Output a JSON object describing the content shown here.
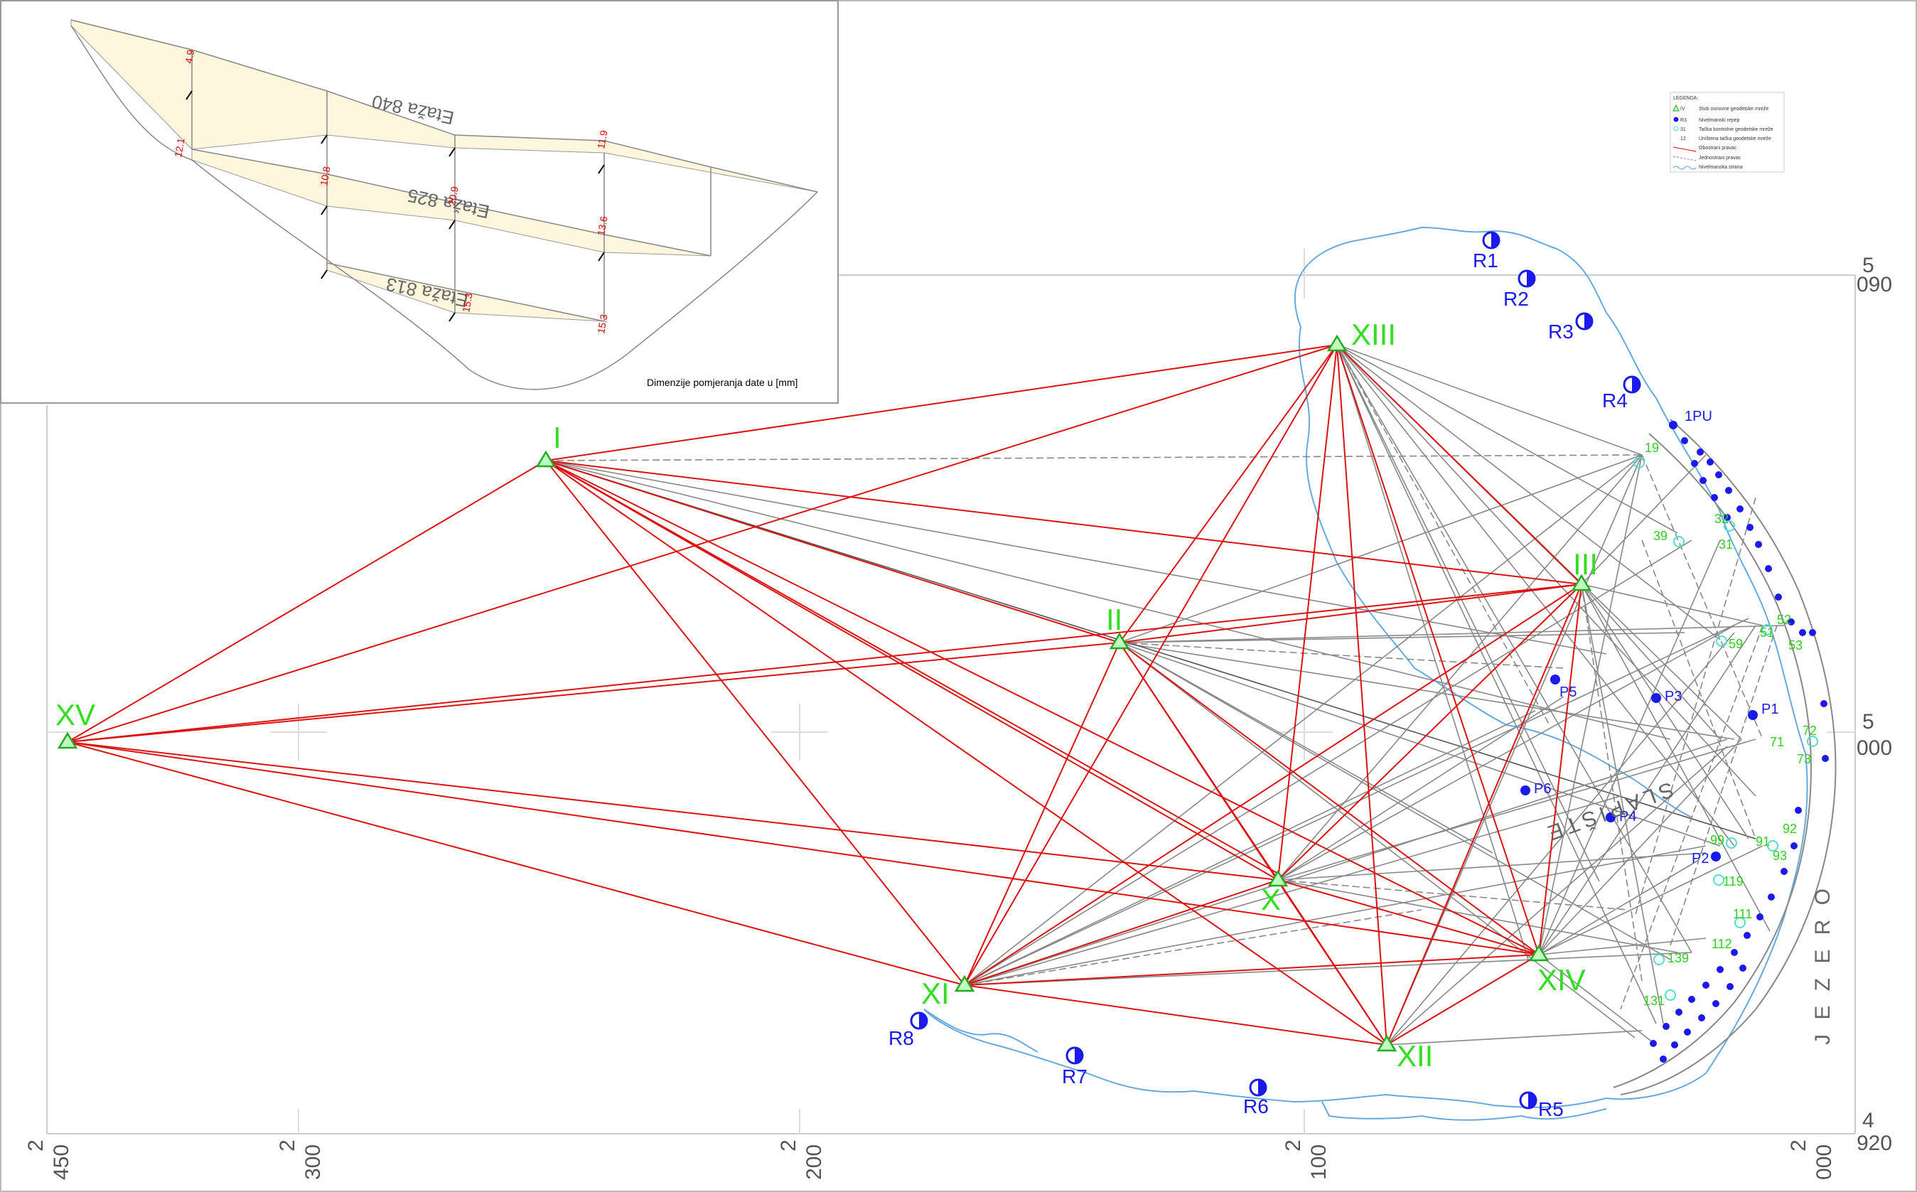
{
  "axis": {
    "bottom_prefix": "2",
    "bottom_values": [
      "450",
      "300",
      "200",
      "100",
      "000"
    ],
    "right_prefix": "5",
    "right_values": [
      "090",
      "000"
    ],
    "right_bottom_prefix": "4",
    "right_bottom_value": "920"
  },
  "pillars": [
    "I",
    "II",
    "III",
    "X",
    "XI",
    "XII",
    "XIII",
    "XIV",
    "XV"
  ],
  "benchmarks": [
    "R1",
    "R2",
    "R3",
    "R4",
    "R5",
    "R6",
    "R7",
    "R8"
  ],
  "control_points": [
    "P1",
    "P2",
    "P3",
    "P4",
    "P5",
    "P6",
    "1PU"
  ],
  "green_points": [
    "19",
    "39",
    "32",
    "31",
    "59",
    "52",
    "51",
    "53",
    "72",
    "71",
    "73",
    "99",
    "92",
    "91",
    "93",
    "119",
    "111",
    "112",
    "139",
    "131"
  ],
  "side_labels": {
    "lake": "J E Z E R O",
    "dam": "SLAPIŠTE"
  },
  "legend": {
    "title": "LEGENDA:",
    "items": [
      "Stub osnovne geodetske mreže",
      "Nivelmanski repер",
      "Tačka kontrolne geodetske mreže",
      "Uništena tačka geodetske mreže",
      "Obostrani pravac",
      "Jednostrani pravac",
      "Nivelmanska strana"
    ],
    "symbols": [
      "IV",
      "R3",
      "31",
      "12"
    ]
  },
  "inset": {
    "caption": "Dimenzije pomjeranja date u [mm]",
    "floors": [
      "Etaža 840",
      "Etaža 825",
      "Etaža 813"
    ]
  },
  "colors": {
    "two_way": "#dd1111",
    "one_way": "#888888",
    "leveling": "#66aadd",
    "pillar": "#33dd22",
    "benchmark": "#1a1aee"
  }
}
